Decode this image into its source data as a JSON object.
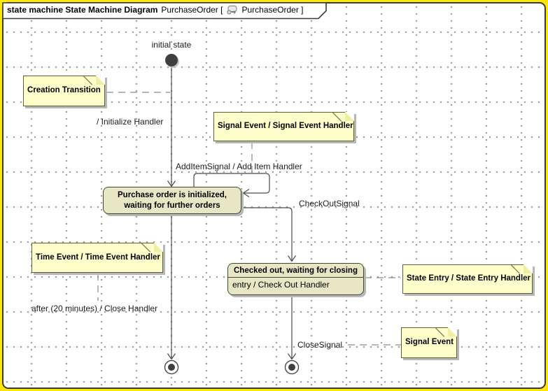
{
  "colors": {
    "canvas_border_yellow": "#ffe700",
    "note_fill": "#ffffcc",
    "note_border": "#5f5f33",
    "state_fill": "#e7e7c6",
    "line": "#4a4a4a",
    "node_fill": "#3f3f3f"
  },
  "header": {
    "keyword": "state machine State Machine Diagram",
    "name_left": "PurchaseOrder [",
    "name_right": "PurchaseOrder ]",
    "icon": "state-machine-icon"
  },
  "initial_state": {
    "label": "initial state"
  },
  "states": {
    "purchase": {
      "name": "Purchase order is initialized, waiting for further orders"
    },
    "checked_out": {
      "name": "Checked out, waiting for closing",
      "entry": "entry / Check Out Handler"
    }
  },
  "transitions": {
    "initialize": "/ Initialize Handler",
    "add_item": "AddItemSignal / Add Item Handler",
    "check_out": "CheckOutSignal",
    "close_timer": "after (20 minutes) / Close Handler",
    "close_signal": "CloseSignal"
  },
  "notes": {
    "creation": "Creation Transition",
    "signal_handler": "Signal Event / Signal Event Handler",
    "time_event": "Time Event / Time Event Handler",
    "state_entry": "State Entry / State Entry Handler",
    "signal_event": "Signal Event"
  }
}
